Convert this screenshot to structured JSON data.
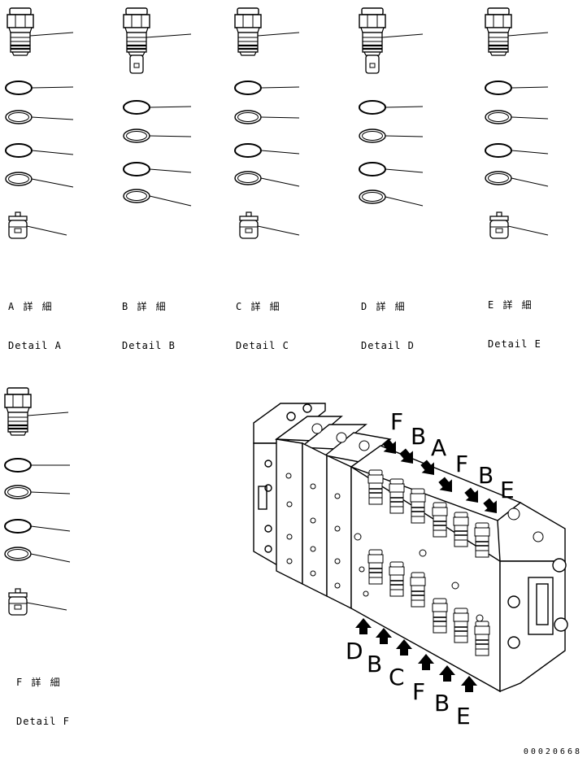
{
  "details": [
    {
      "id": "A",
      "jp": "A 詳 細",
      "en": "Detail A"
    },
    {
      "id": "B",
      "jp": "B 詳 細",
      "en": "Detail B"
    },
    {
      "id": "C",
      "jp": "C 詳 細",
      "en": "Detail C"
    },
    {
      "id": "D",
      "jp": "D 詳 細",
      "en": "Detail D"
    },
    {
      "id": "E",
      "jp": "E 詳 細",
      "en": "Detail E"
    },
    {
      "id": "F",
      "jp": "F 詳 細",
      "en": "Detail F"
    }
  ],
  "arrow_labels_top": [
    "F",
    "B",
    "A",
    "F",
    "B",
    "E"
  ],
  "arrow_labels_bottom": [
    "D",
    "B",
    "C",
    "F",
    "B",
    "E"
  ],
  "document_code": "00020668"
}
